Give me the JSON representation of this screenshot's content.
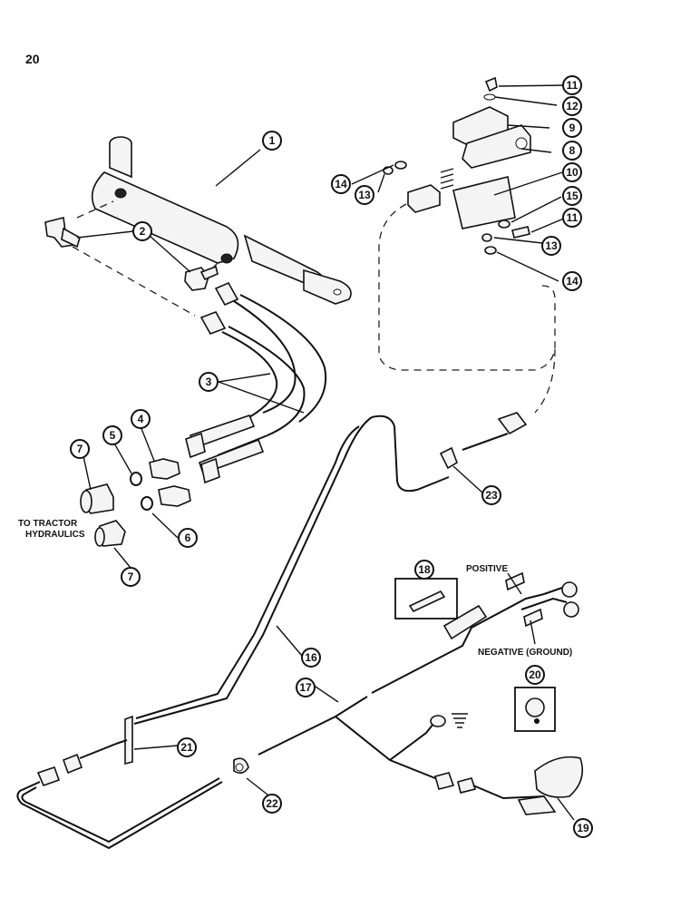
{
  "page_number": "20",
  "texts": {
    "to_tractor_line1": "TO TRACTOR",
    "to_tractor_line2": "HYDRAULICS",
    "positive": "POSITIVE",
    "negative": "NEGATIVE (GROUND)"
  },
  "callouts": [
    "1",
    "2",
    "3",
    "4",
    "5",
    "6",
    "7",
    "7",
    "8",
    "9",
    "10",
    "11",
    "11",
    "12",
    "13",
    "13",
    "14",
    "14",
    "15",
    "16",
    "17",
    "18",
    "19",
    "20",
    "21",
    "22",
    "23"
  ],
  "colors": {
    "ink": "#111111",
    "background": "#ffffff"
  }
}
